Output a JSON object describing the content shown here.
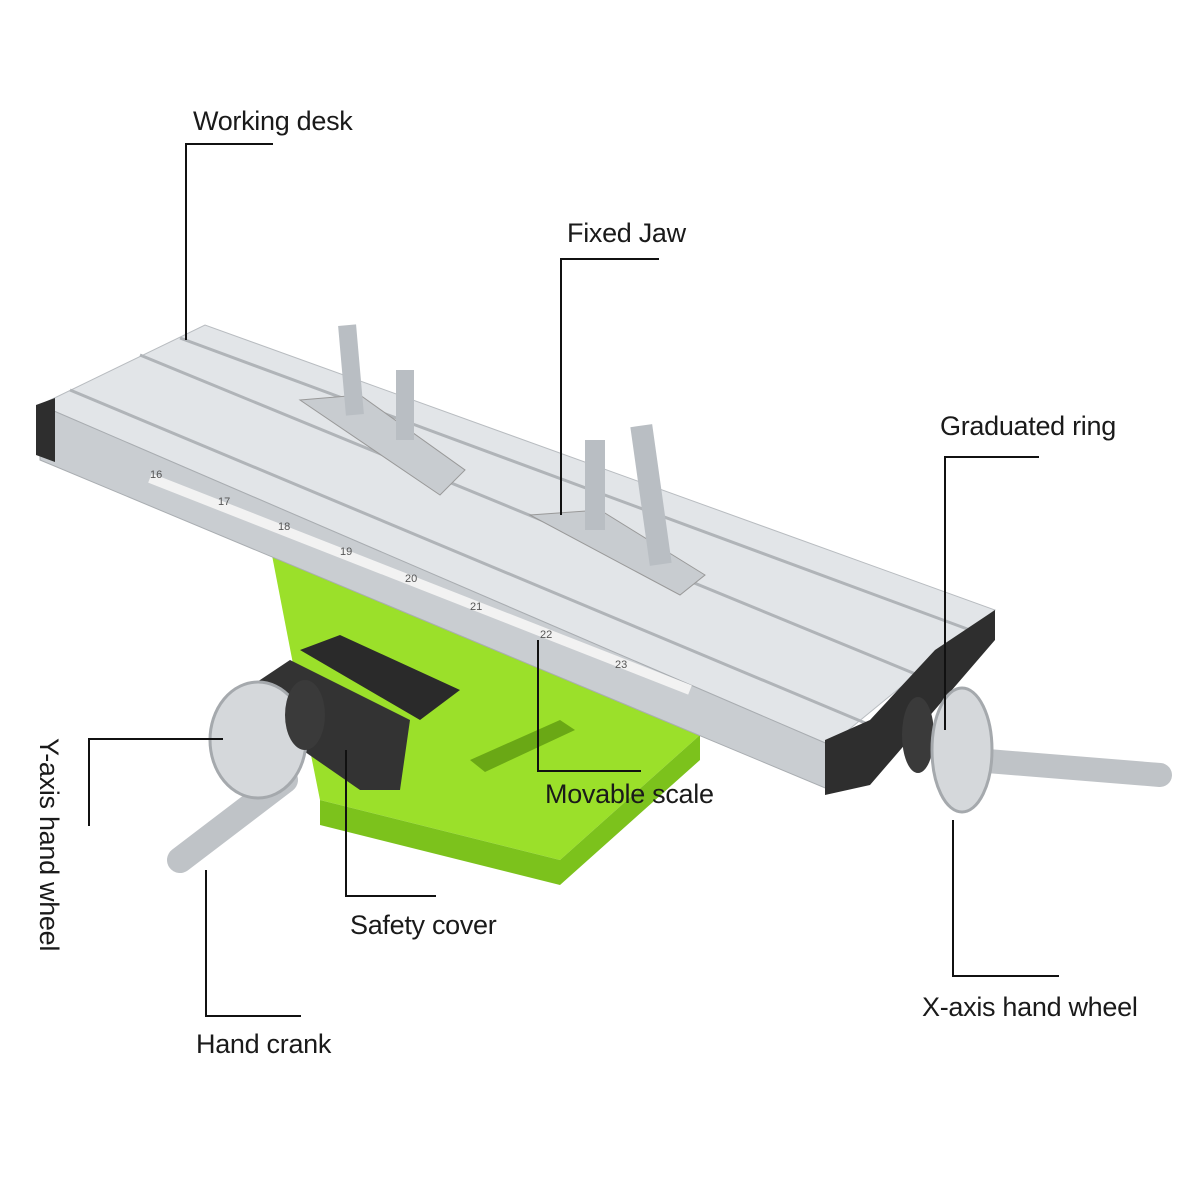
{
  "labels": {
    "working_desk": "Working desk",
    "fixed_jaw": "Fixed Jaw",
    "graduated_ring": "Graduated ring",
    "y_axis_hand_wheel": "Y-axis hand wheel",
    "movable_scale": "Movable scale",
    "safety_cover": "Safety cover",
    "x_axis_hand_wheel": "X-axis hand wheel",
    "hand_crank": "Hand crank"
  },
  "scale_numbers": [
    "16",
    "17",
    "18",
    "19",
    "20",
    "21",
    "22",
    "23"
  ],
  "colors": {
    "aluminum": "#d9dcdf",
    "base_green": "#9be02a",
    "end_cap": "#2e2e2e",
    "callout_line": "#111111"
  }
}
